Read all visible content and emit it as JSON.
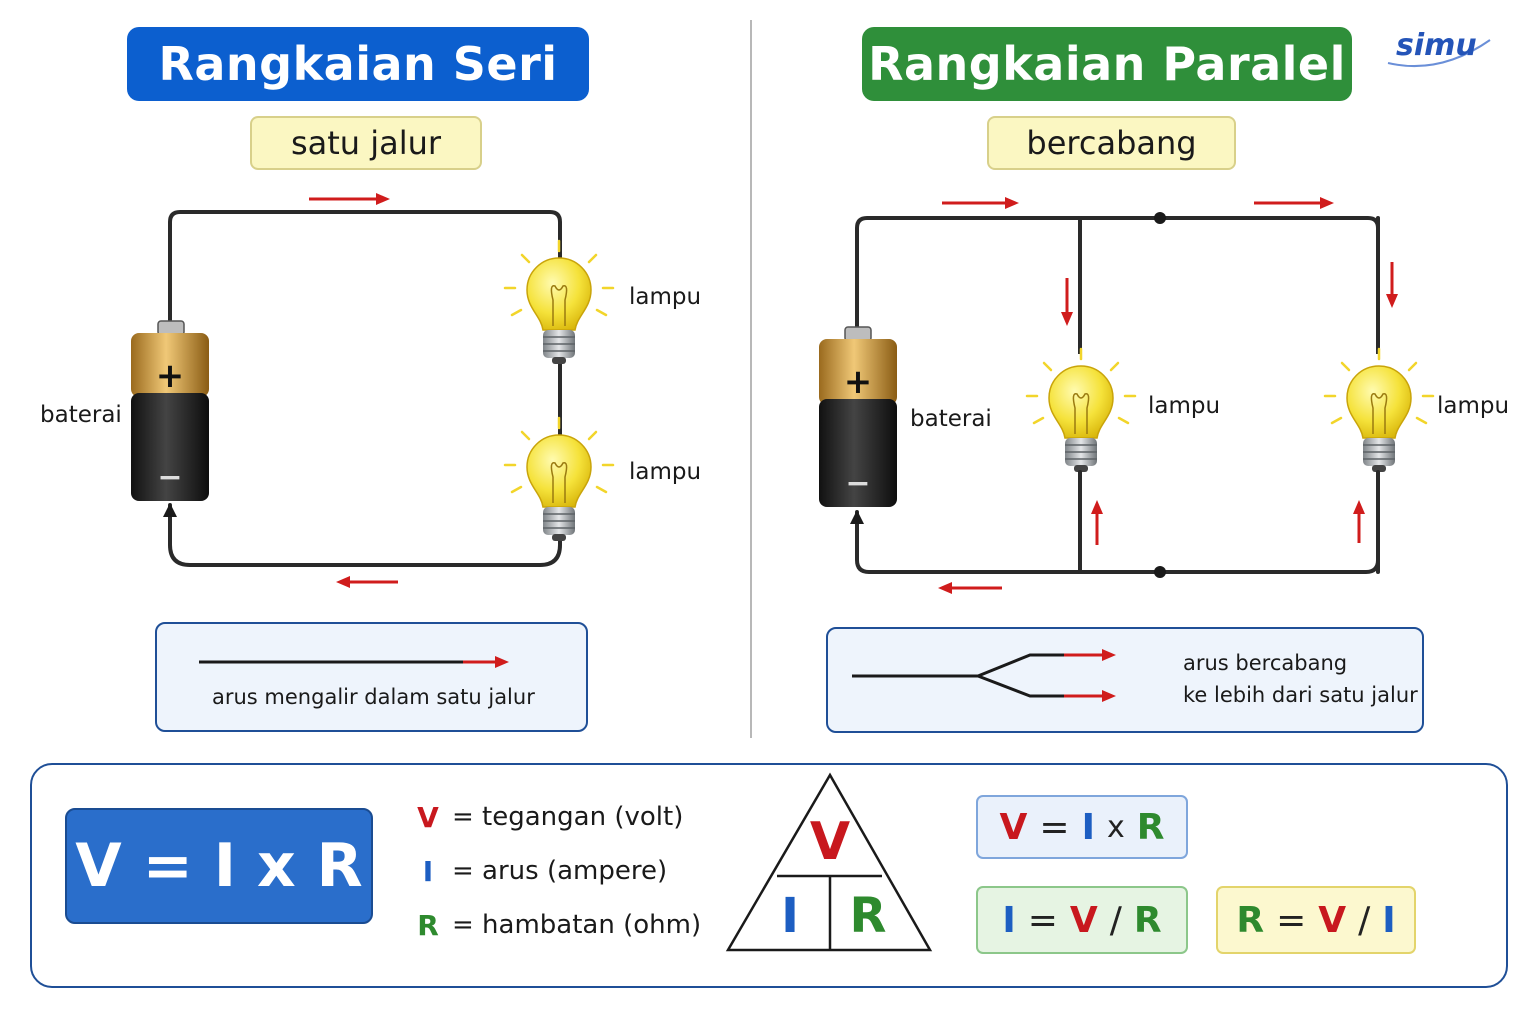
{
  "seri": {
    "title": "Rangkaian Seri",
    "subtitle": "satu jalur",
    "battery_label": "baterai",
    "lamp1_label": "lampu",
    "lamp2_label": "lampu",
    "legend_text": "arus mengalir dalam satu jalur"
  },
  "paralel": {
    "title": "Rangkaian Paralel",
    "subtitle": "bercabang",
    "battery_label": "baterai",
    "lamp1_label": "lampu",
    "lamp2_label": "lampu",
    "legend_line1": "arus bercabang",
    "legend_line2": "ke lebih dari satu jalur"
  },
  "logo": "simu",
  "battery_plus": "+",
  "battery_minus": "−",
  "ohm": {
    "main_formula": "V = I x R",
    "definitions": [
      {
        "symbol": "V",
        "text": "= tegangan (volt)"
      },
      {
        "symbol": "I",
        "text": "= arus (ampere)"
      },
      {
        "symbol": "R",
        "text": "= hambatan (ohm)"
      }
    ],
    "triangle": {
      "top": "V",
      "left": "I",
      "right": "R"
    },
    "formulas": [
      {
        "a": "V",
        "op1": "=",
        "b": "I",
        "op2": "x",
        "c": "R"
      },
      {
        "a": "I",
        "op1": "=",
        "b": "V",
        "op2": "/",
        "c": "R"
      },
      {
        "a": "R",
        "op1": "=",
        "b": "V",
        "op2": "/",
        "c": "I"
      }
    ]
  },
  "colors": {
    "seri_title": "#0c5fcf",
    "paralel_title": "#2f8f3a",
    "arrow": "#d01c1c",
    "wire": "#2a2a2a",
    "voltage": "#c8181e",
    "current": "#1d5ec2",
    "resistance": "#2e8a2e"
  }
}
